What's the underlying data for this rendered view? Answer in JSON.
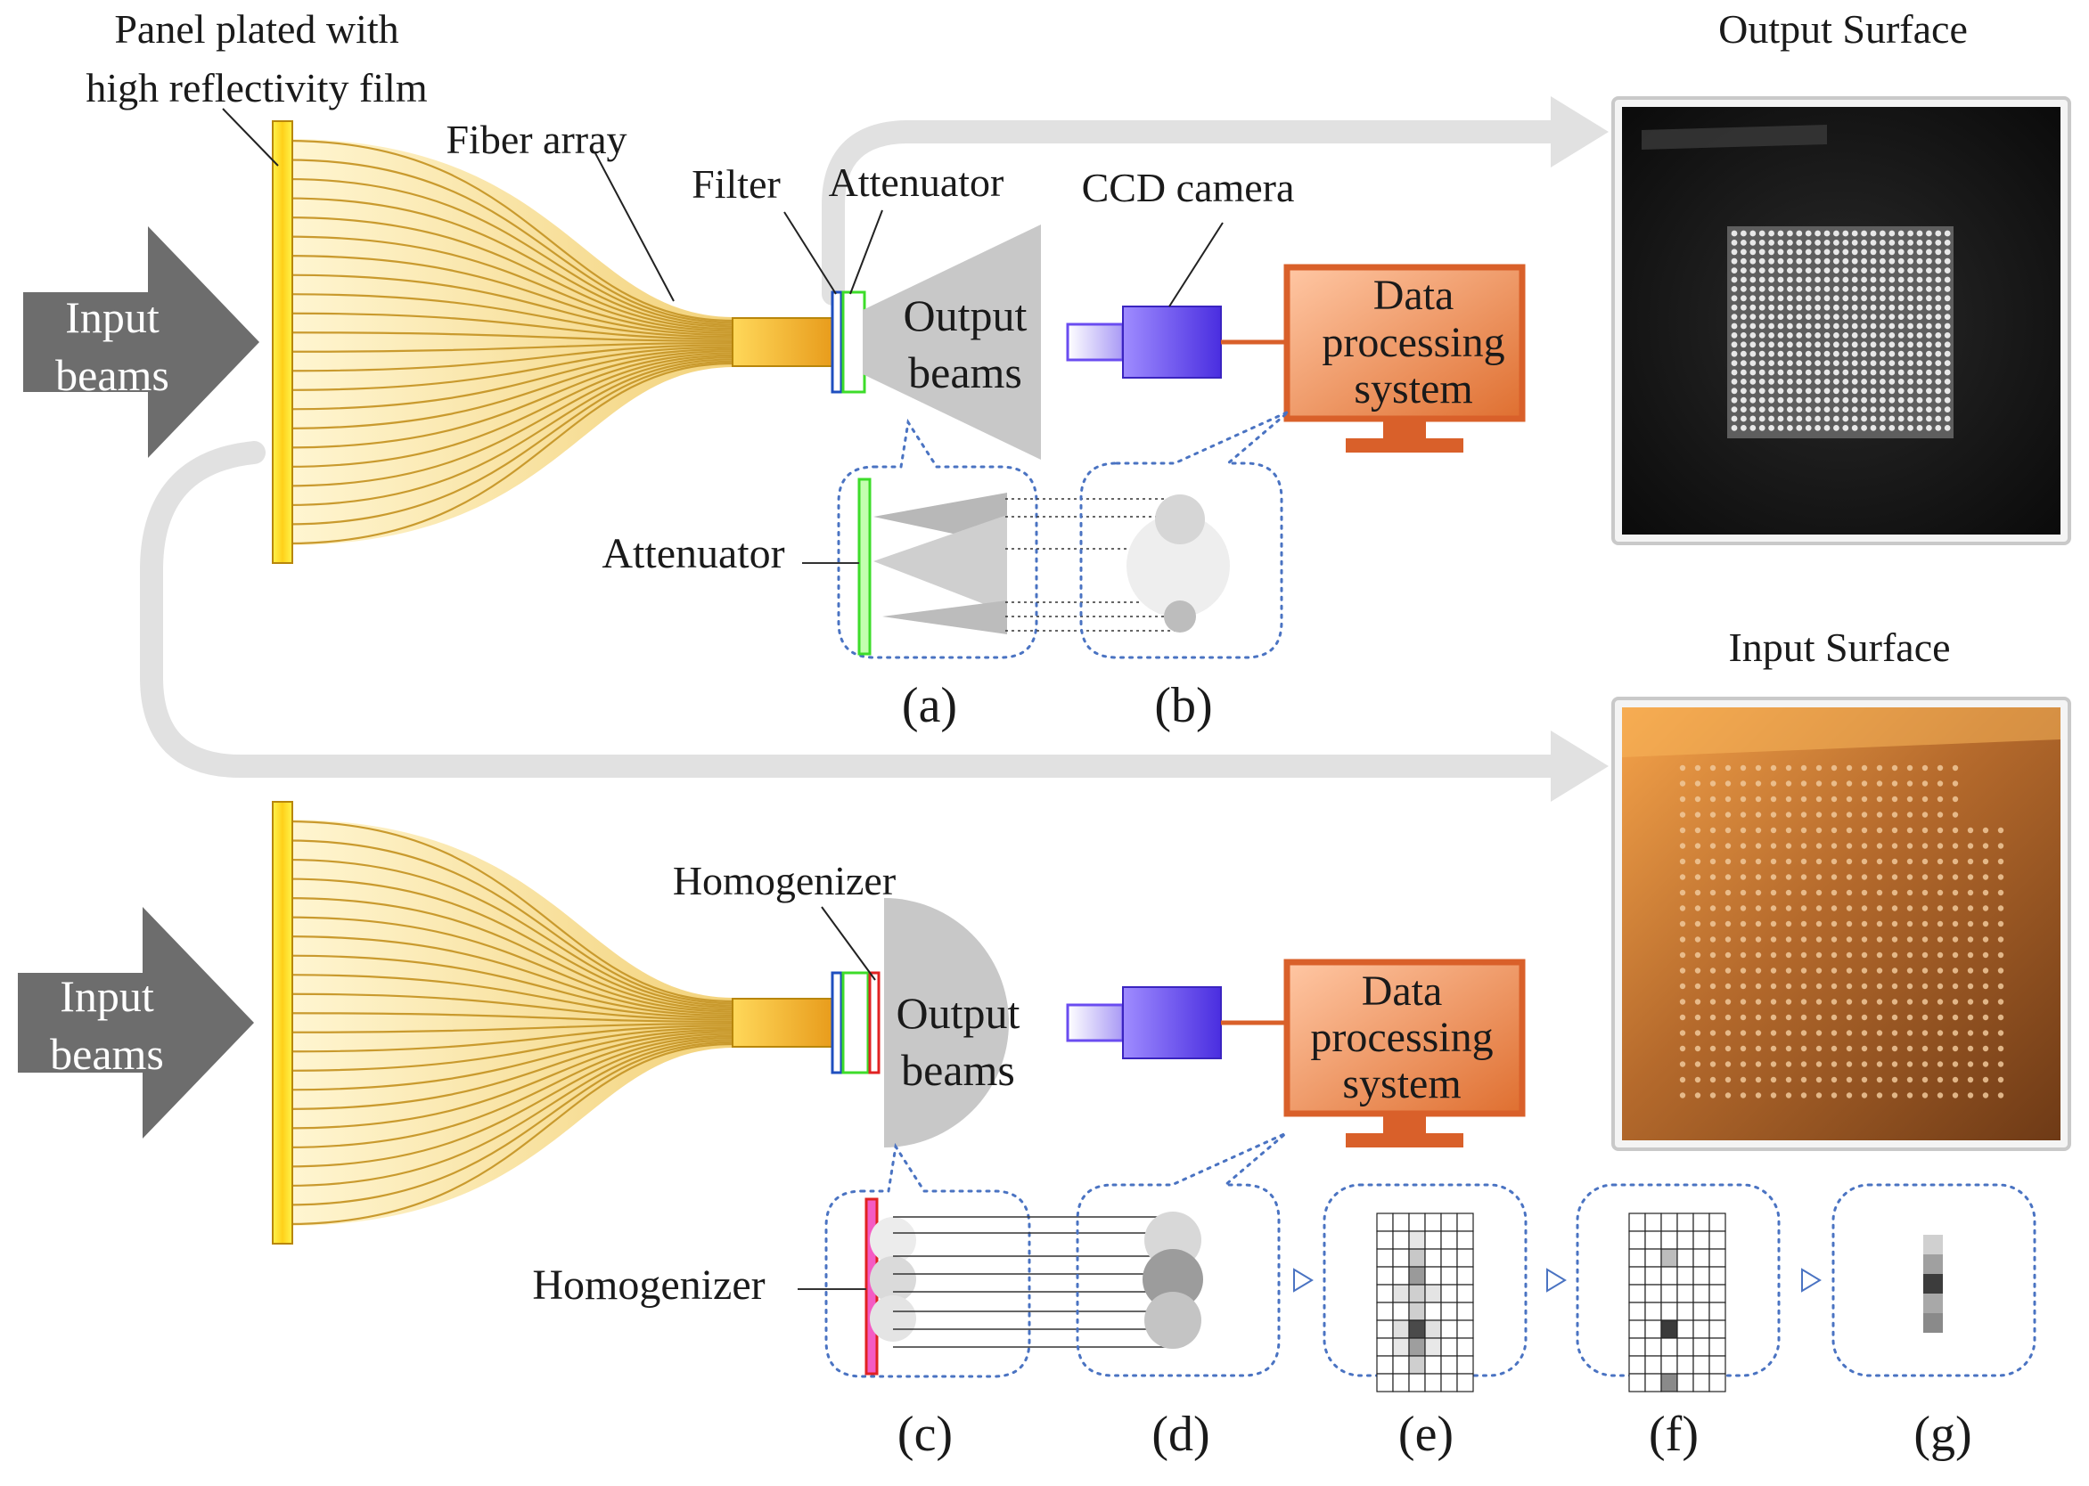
{
  "colors": {
    "panel_fill": "#ffe81a",
    "panel_stroke": "#b8860b",
    "fiber": "#c99a2e",
    "arrow_gray": "#6d6d6d",
    "beam_gray": "#c8c8c8",
    "loop_gray": "#e1e1e1",
    "filter_blue": "#1f4fbf",
    "attenuator_green": "#3ddc2a",
    "homogenizer_red": "#e02222",
    "homogenizer_pink": "#f45bc4",
    "camera_purple": "#6a4cf0",
    "monitor_orange": "#d9602a",
    "bubble_blue": "#4a73c2"
  },
  "labels": {
    "panel": [
      "Panel plated with",
      "high reflectivity film"
    ],
    "fiber_array": "Fiber array",
    "filter": "Filter",
    "attenuator_top": "Attenuator",
    "ccd_camera": "CCD camera",
    "input_beams_top": [
      "Input",
      "beams"
    ],
    "output_beams_top": [
      "Output",
      "beams"
    ],
    "data_processing_top": [
      "Data",
      "processing",
      "system"
    ],
    "attenuator_inset": "Attenuator",
    "homogenizer_top": "Homogenizer",
    "input_beams_bottom": [
      "Input",
      "beams"
    ],
    "output_beams_bottom": [
      "Output",
      "beams"
    ],
    "data_processing_bottom": [
      "Data",
      "processing",
      "system"
    ],
    "homogenizer_inset": "Homogenizer",
    "output_surface": "Output Surface",
    "input_surface": "Input Surface"
  },
  "panel_letters": [
    "(a)",
    "(b)",
    "(c)",
    "(d)",
    "(e)",
    "(f)",
    "(g)"
  ]
}
